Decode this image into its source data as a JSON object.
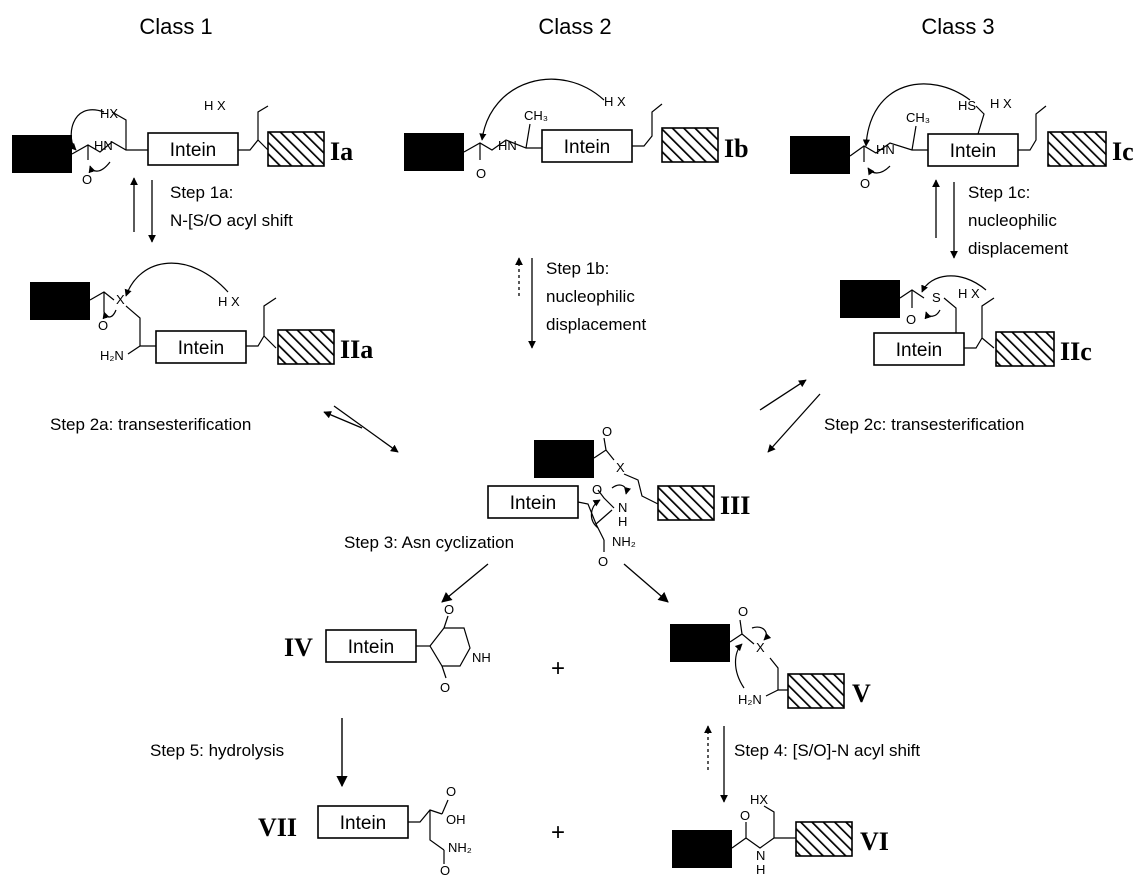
{
  "classes": [
    "Class 1",
    "Class 2",
    "Class 3"
  ],
  "intein_label": "Intein",
  "compound_labels": {
    "Ia": "Ia",
    "Ib": "Ib",
    "Ic": "Ic",
    "IIa": "IIa",
    "IIc": "IIc",
    "III": "III",
    "IV": "IV",
    "V": "V",
    "VI": "VI",
    "VII": "VII"
  },
  "steps": {
    "step1a": [
      "Step 1a:",
      "N-[S/O acyl shift"
    ],
    "step1b": [
      "Step 1b:",
      "nucleophilic",
      "displacement"
    ],
    "step1c": [
      "Step 1c:",
      "nucleophilic",
      "displacement"
    ],
    "step2a": "Step 2a: transesterification",
    "step2c": "Step 2c: transesterification",
    "step3": "Step 3: Asn cyclization",
    "step4": "Step 4: [S/O]-N acyl shift",
    "step5": "Step 5: hydrolysis"
  },
  "plus": "+",
  "atoms": {
    "hx": "HX",
    "h_x": "H X",
    "hn": "HN",
    "h2n": "H₂N",
    "o": "O",
    "x": "X",
    "ch3": "CH₃",
    "hs": "HS",
    "s": "S",
    "nh": "NH",
    "h": "H",
    "n": "N",
    "nh2": "NH₂",
    "oh": "OH"
  }
}
